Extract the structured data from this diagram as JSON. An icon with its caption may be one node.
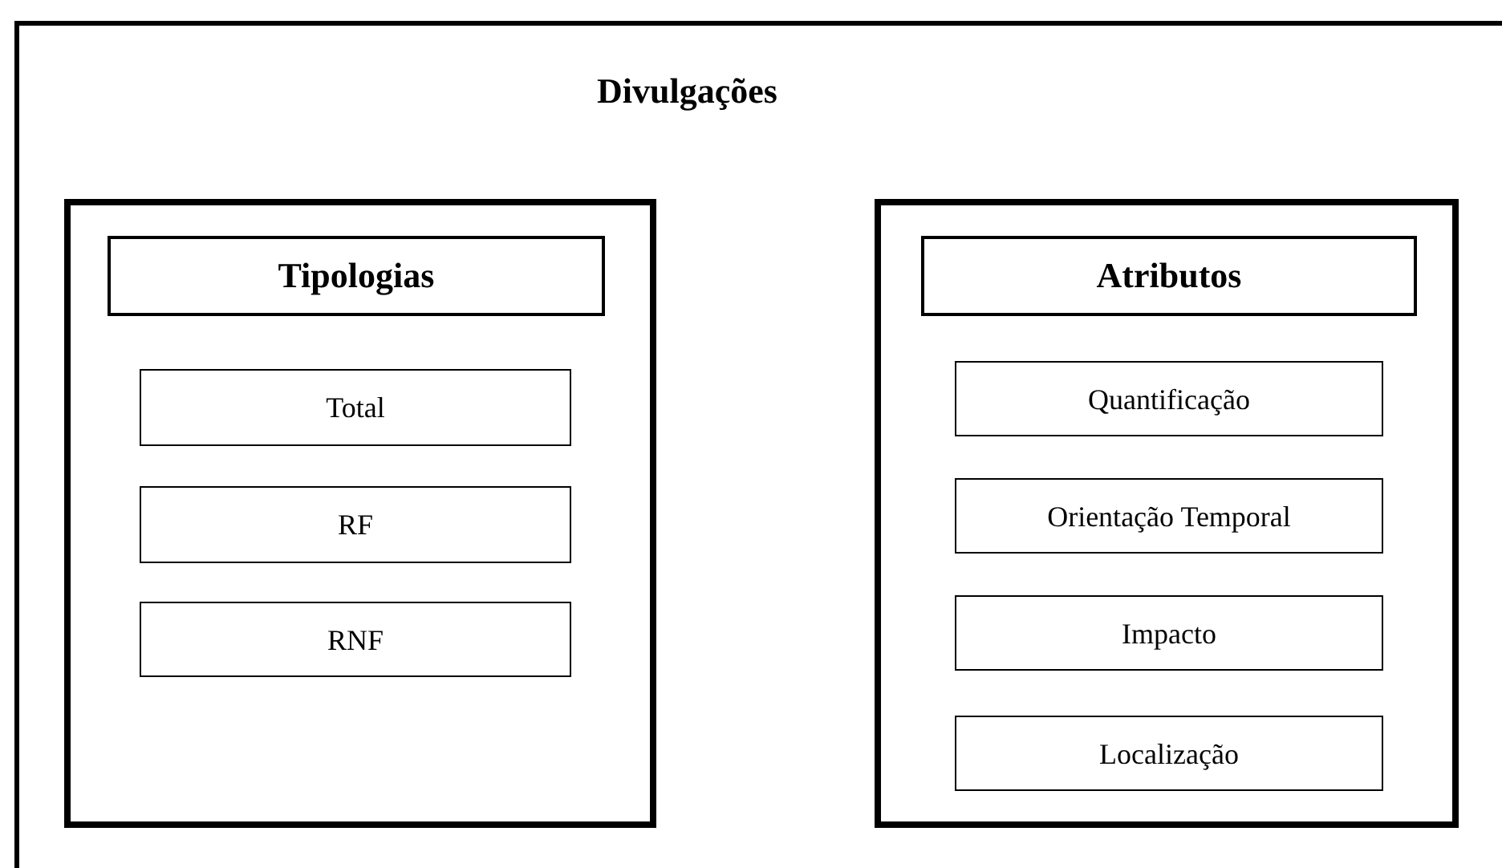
{
  "diagram": {
    "nodes": [
      {
        "text": [
          "Divulgações"
        ]
      },
      {
        "text": [],
        "shape": "box",
        "in": 0
      },
      {
        "text": [
          "Tipologias"
        ],
        "in": 1
      },
      {
        "text": [
          "Total"
        ],
        "in": 1
      },
      {
        "text": [
          "RF"
        ],
        "in": 1
      },
      {
        "text": [
          "RNF"
        ],
        "in": 1
      },
      {
        "text": [],
        "shape": "box",
        "in": 0
      },
      {
        "text": [
          "Atributos"
        ],
        "in": 6
      },
      {
        "text": [
          "Quantificação"
        ],
        "in": 6
      },
      {
        "text": [
          "Orientação Temporal"
        ],
        "in": 6
      },
      {
        "text": [
          "Impacto"
        ],
        "in": 6
      },
      {
        "text": [
          "Localização"
        ],
        "in": 6
      }
    ]
  }
}
